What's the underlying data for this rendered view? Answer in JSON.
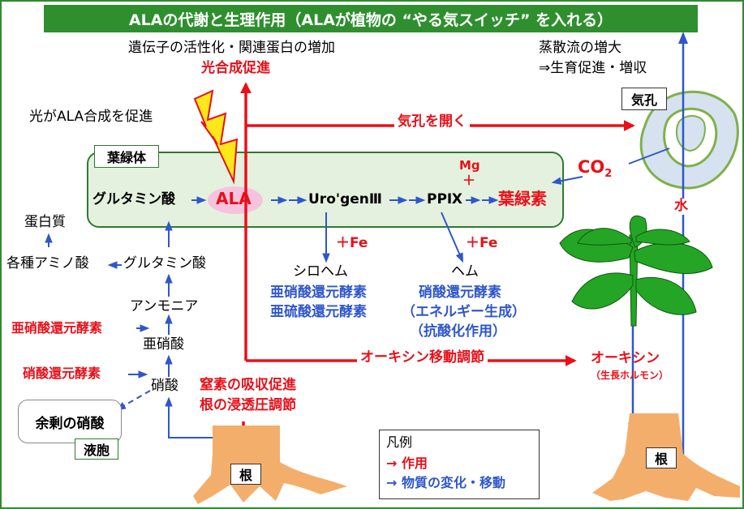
{
  "title": "ALAの代謝と生理作用（ALAが植物の “やる気スイッチ” を入れる）",
  "top_center": {
    "line1": "遺伝子の活性化・関連蛋白の増加",
    "line2": "光合成促進"
  },
  "top_right": {
    "line1": "蒸散流の増大",
    "line2": "⇒生育促進・増収"
  },
  "stomata_label": "気孔",
  "light_label": "光がALA合成を促進",
  "chloroplast_label": "葉緑体",
  "pathway": {
    "glutamate": "グルタミン酸",
    "ala": "ALA",
    "uro": "Uro'genⅢ",
    "ppix": "PPⅨ",
    "mg": "Mg",
    "plus": "＋",
    "chlorophyll": "葉緑素"
  },
  "open_stomata": "気孔を開く",
  "co2": {
    "base": "CO",
    "sub": "2"
  },
  "water": "水",
  "fe1": "＋Fe",
  "fe2": "＋Fe",
  "siroheme": {
    "name": "シロヘム",
    "e1": "亜硝酸還元酵素",
    "e2": "亜硫酸還元酵素"
  },
  "heme": {
    "name": "ヘム",
    "e1": "硝酸還元酵素",
    "e2": "（エネルギー生成）",
    "e3": "（抗酸化作用）"
  },
  "nitrogen": {
    "protein": "蛋白質",
    "amino": "各種アミノ酸",
    "glutamate2": "グルタミン酸",
    "ammonia": "アンモニア",
    "nitrite_enzyme": "亜硝酸還元酵素",
    "nitrite": "亜硝酸",
    "nitrate_enzyme": "硝酸還元酵素",
    "nitrate": "硝酸",
    "excess": "余剰の硝酸",
    "vacuole": "液胞"
  },
  "auxin_transport": "オーキシン移動調節",
  "auxin": {
    "name": "オーキシン",
    "sub": "（生長ホルモン）"
  },
  "root_effects": {
    "line1": "窒素の吸収促進",
    "line2": "根の浸透圧調節"
  },
  "root_label_1": "根",
  "root_label_2": "根",
  "legend": {
    "title": "凡例",
    "red": "→ 作用",
    "blue": "→ 物質の変化・移動"
  },
  "colors": {
    "green": "#2f8f2f",
    "red": "#e8101a",
    "blue": "#2f57c8",
    "root": "#f4ae6b",
    "leaf": "#25a525"
  }
}
